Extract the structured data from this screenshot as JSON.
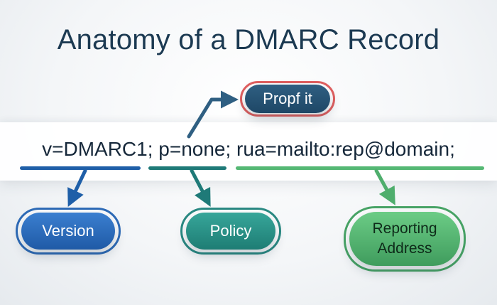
{
  "title": "Anatomy of a DMARC Record",
  "record": "v=DMARC1; p=none; rua=mailto:rep@domain;",
  "labels": {
    "version": "Version",
    "policy": "Policy",
    "reporting_line1": "Reporting",
    "reporting_line2": "Address",
    "profit": "Propf it"
  },
  "colors": {
    "version": "#1f5fa8",
    "policy": "#1f7a78",
    "reporting": "#55b874",
    "profit_border": "#e06060",
    "profit_fill": "#2f5f82"
  }
}
